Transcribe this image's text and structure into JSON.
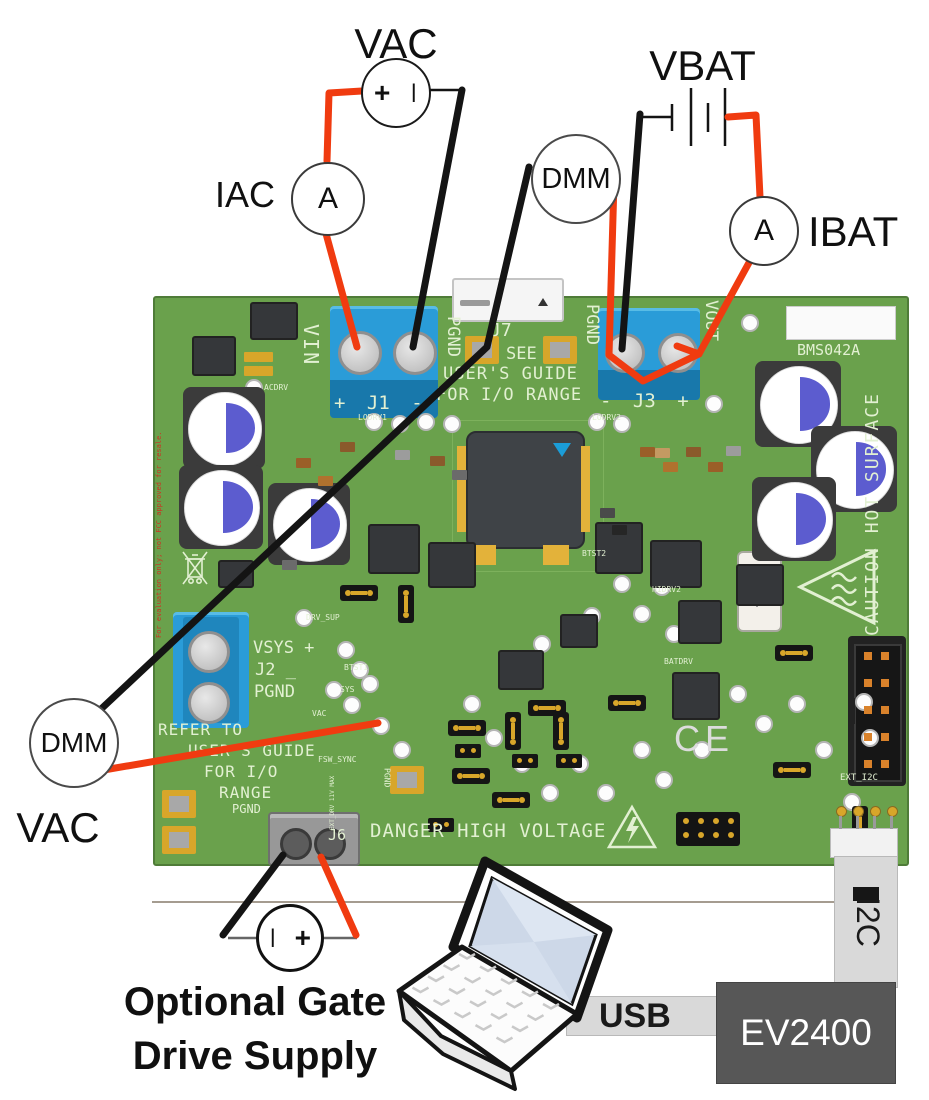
{
  "labels": {
    "vac": "VAC",
    "iac": "IAC",
    "vbat": "VBAT",
    "ibat": "IBAT",
    "dmm": "DMM",
    "ammeter": "A",
    "plus": "+",
    "minus": "I",
    "gate1": "Optional Gate",
    "gate2": "Drive Supply",
    "usb": "USB",
    "i2c": "I2C",
    "ev2400": "EV2400"
  },
  "board": {
    "model": "BMS042A",
    "silk": {
      "vin": "VIN",
      "pgnd": "PGND",
      "j1": "+ J1 -",
      "j7": "J7",
      "see": "SEE",
      "users_guide": "USER'S GUIDE",
      "for_io_range": "FOR I/O RANGE",
      "j3": "- J3 +",
      "vout": "VOUT",
      "caution": "CAUTION HOT SURFACE",
      "vsys": "VSYS +",
      "j2": "J2 _",
      "refer_to": "REFER TO",
      "for_io": "FOR I/O",
      "range": "RANGE",
      "j6": "J6",
      "danger": "DANGER HIGH VOLTAGE",
      "ce": "CE",
      "ext_i2c": "EXT_I2C",
      "fcc_note": "For evaluation only; not FCC approved for resale."
    },
    "tiny_labels": [
      "ACDRV",
      "LODRV1",
      "LODRV2",
      "BTST2",
      "HIDRV2",
      "BATDRV",
      "DRV_SUP",
      "BTST1",
      "SYS",
      "VAC",
      "FSW_SYNC",
      "PGND",
      "EXT_DRV 11V MAX"
    ]
  },
  "equipment": {
    "usb": "USB",
    "i2c": "I2C",
    "ev2400": "EV2400"
  },
  "colors": {
    "board_green": "#6aa14c",
    "wire_red": "#f03b10",
    "wire_black": "#141414",
    "terminal_blue": "#2a9cd8",
    "silkscreen": "#e2f0d2",
    "bar_gray": "#d9d9d9",
    "box_gray": "#575757"
  }
}
